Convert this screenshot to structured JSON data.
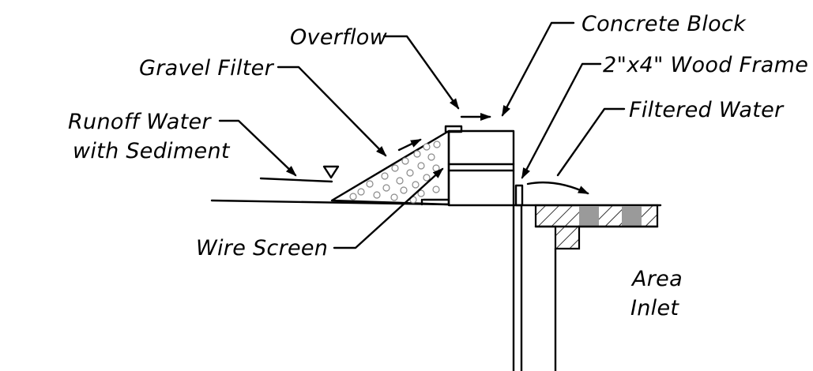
{
  "diagram": {
    "labels": {
      "concrete_block": "Concrete Block",
      "wood_frame": "2\"x4\" Wood Frame",
      "overflow": "Overflow",
      "gravel_filter": "Gravel Filter",
      "runoff_line1": "Runoff Water",
      "runoff_line2": "with Sediment",
      "filtered_water": "Filtered Water",
      "wire_screen": "Wire Screen",
      "area_line1": "Area",
      "area_line2": "Inlet"
    },
    "colors": {
      "ink": "#000000",
      "pebble": "#8a8a8a",
      "grate_fill": "#9a9a9a",
      "background": "#ffffff"
    }
  }
}
